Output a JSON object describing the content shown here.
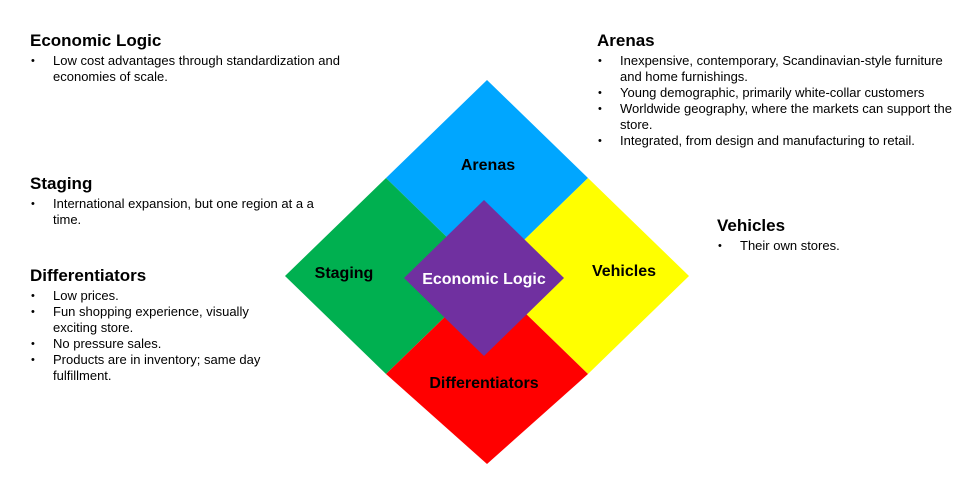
{
  "colors": {
    "arenas": "#00a6ff",
    "staging": "#00b050",
    "vehicles": "#ffff00",
    "differentiators": "#ff0000",
    "center": "#7030a0",
    "center_text": "#ffffff",
    "quadrant_text": "#000000"
  },
  "diagram": {
    "arenas": "Arenas",
    "staging": "Staging",
    "vehicles": "Vehicles",
    "differentiators": "Differentiators",
    "center": "Economic Logic"
  },
  "economic_logic": {
    "heading": "Economic Logic",
    "bullets": [
      "Low cost advantages through standardization and economies of scale."
    ]
  },
  "staging": {
    "heading": "Staging",
    "bullets": [
      "International expansion, but one region at a a time."
    ]
  },
  "differentiators": {
    "heading": "Differentiators",
    "bullets": [
      "Low prices.",
      "Fun shopping experience, visually exciting store.",
      "No pressure sales.",
      "Products are in inventory; same day fulfillment."
    ]
  },
  "arenas": {
    "heading": "Arenas",
    "bullets": [
      "Inexpensive, contemporary, Scandinavian-style furniture and home furnishings.",
      "Young demographic, primarily white-collar customers",
      "Worldwide geography, where the markets can support the store.",
      "Integrated, from design and manufacturing to retail."
    ]
  },
  "vehicles": {
    "heading": "Vehicles",
    "bullets": [
      "Their own stores."
    ]
  }
}
